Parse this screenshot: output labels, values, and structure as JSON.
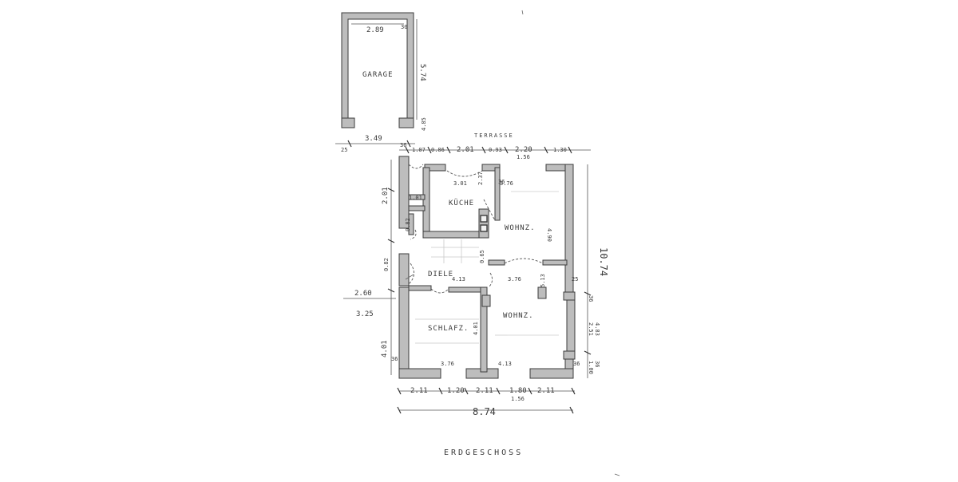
{
  "title": "ERDGESCHOSS",
  "terrace_label": "TERRASSE",
  "rooms": {
    "garage": "GARAGE",
    "kitchen": "KÜCHE",
    "living_north": "WOHNZ.",
    "hall": "DIELE",
    "bedroom": "SCHLAFZ.",
    "living_south": "WOHNZ."
  },
  "dimensions": {
    "garage_width": "2.89",
    "garage_depth": "5.74",
    "garage_wall": "30",
    "garage_gap": "3.49",
    "left_offset": "25",
    "terrace_top": "4.85",
    "wall_36": "36",
    "top_1": "1.07",
    "top_2": "0.86",
    "top_3": "2.01",
    "top_4": "0.93",
    "top_5": "2.20",
    "top_6": "1.30",
    "top_7": "1.56",
    "kitchen_width": "3.01",
    "kitchen_depth": "2.37",
    "living_north_width": "3.76",
    "living_north_depth": "4.90",
    "left_1": "2.01",
    "left_2": "1.01",
    "left_3": "0.82",
    "left_4": "2.60",
    "left_5": "3.25",
    "left_6": "4.01",
    "hall_width": "4.13",
    "hall_mid": "3.76",
    "hall_v": "0.65",
    "right_total": "10.74",
    "right_1": "25",
    "right_2": "2.51",
    "right_3": "4.83",
    "right_4": "1.00",
    "living_south_depth": "5.13",
    "bedroom_depth": "4.01",
    "bedroom_width": "3.76",
    "living_south_width": "4.13",
    "bottom_1": "2.11",
    "bottom_2": "1.20",
    "bottom_3": "2.11",
    "bottom_4": "1.80",
    "bottom_5": "2.11",
    "bottom_6": "1.56",
    "total_width": "8.74"
  }
}
